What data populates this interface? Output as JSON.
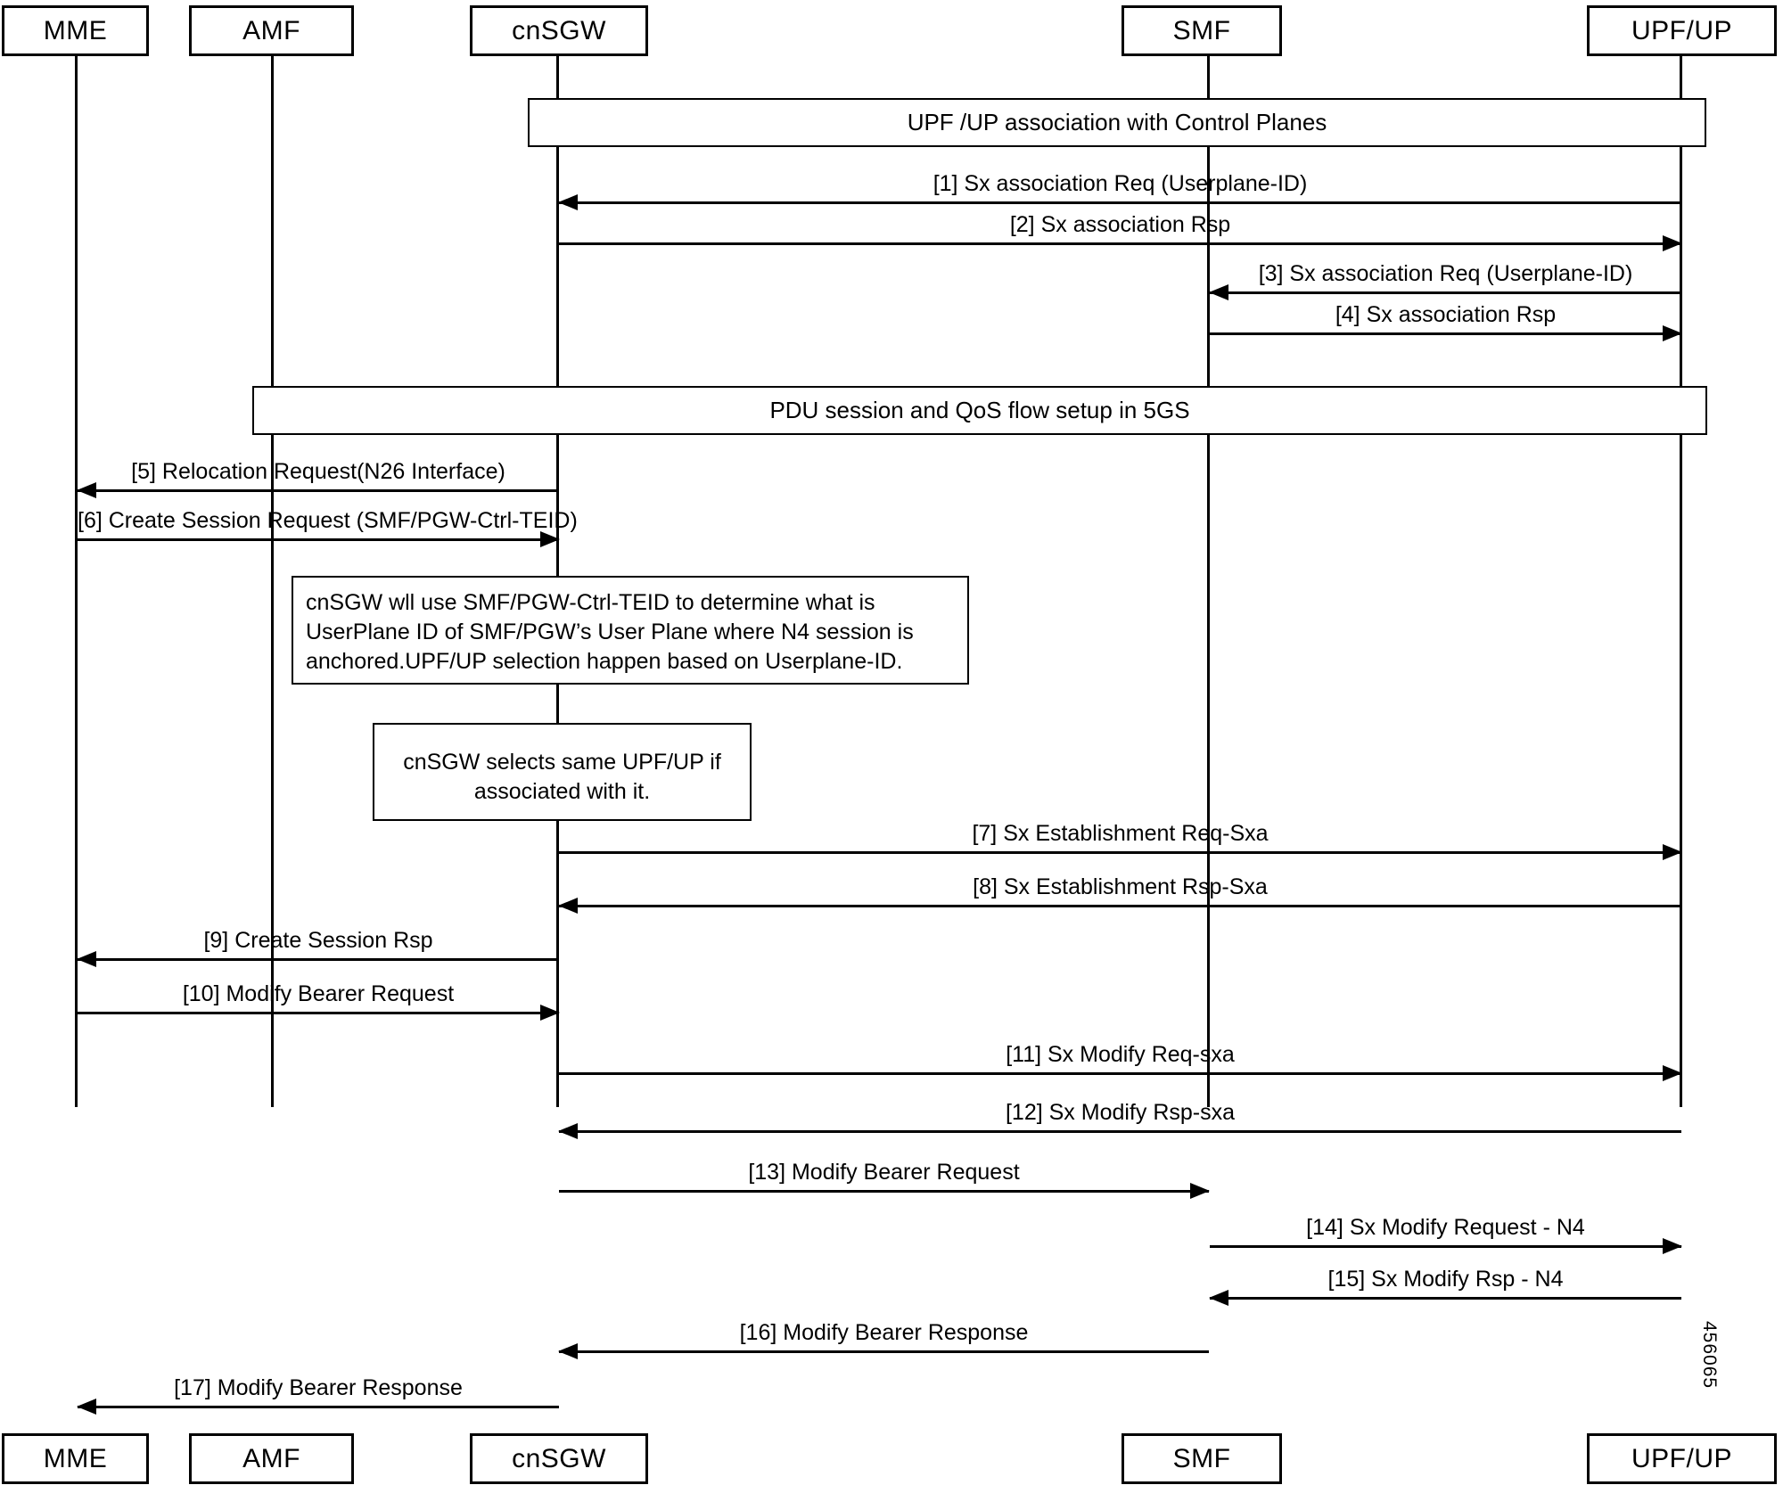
{
  "diagram": {
    "type": "sequence-diagram",
    "title": "cnSGW UPF/UP selection and bearer modify call flow",
    "figure_id": "456065",
    "actors": [
      {
        "id": "mme",
        "label": "MME"
      },
      {
        "id": "amf",
        "label": "AMF"
      },
      {
        "id": "cnsgw",
        "label": "cnSGW"
      },
      {
        "id": "smf",
        "label": "SMF"
      },
      {
        "id": "upf",
        "label": "UPF/UP"
      }
    ],
    "phase_bars": [
      {
        "id": "phase-upf-assoc",
        "label": "UPF /UP association with Control Planes"
      },
      {
        "id": "phase-pdu-setup",
        "label": "PDU session and QoS flow setup  in 5GS"
      }
    ],
    "notes": [
      {
        "id": "note-teid-lookup",
        "lines": [
          "cnSGW wll use SMF/PGW-Ctrl-TEID to determine what is",
          "UserPlane ID of SMF/PGW’s User Plane where N4 session is",
          "anchored.UPF/UP selection happen based on Userplane-ID."
        ]
      },
      {
        "id": "note-same-upf",
        "lines": [
          "cnSGW selects same UPF/UP if",
          "associated with it."
        ]
      }
    ],
    "messages": [
      {
        "num": "[1]",
        "label": "[1] Sx association Req (Userplane-ID)",
        "from": "upf",
        "to": "cnsgw",
        "direction": "left"
      },
      {
        "num": "[2]",
        "label": "[2] Sx association Rsp",
        "from": "cnsgw",
        "to": "upf",
        "direction": "right"
      },
      {
        "num": "[3]",
        "label": "[3] Sx association Req (Userplane-ID)",
        "from": "upf",
        "to": "smf",
        "direction": "left"
      },
      {
        "num": "[4]",
        "label": "[4] Sx association Rsp",
        "from": "smf",
        "to": "upf",
        "direction": "right"
      },
      {
        "num": "[5]",
        "label": "[5] Relocation Request(N26 Interface)",
        "from": "cnsgw",
        "to": "mme",
        "direction": "left"
      },
      {
        "num": "[6]",
        "label": "[6] Create Session Request (SMF/PGW-Ctrl-TEID)",
        "from": "mme",
        "to": "cnsgw",
        "direction": "right"
      },
      {
        "num": "[7]",
        "label": "[7] Sx Establishment Req-Sxa",
        "from": "cnsgw",
        "to": "upf",
        "direction": "right"
      },
      {
        "num": "[8]",
        "label": "[8] Sx Establishment Rsp-Sxa",
        "from": "upf",
        "to": "cnsgw",
        "direction": "left"
      },
      {
        "num": "[9]",
        "label": "[9] Create Session Rsp",
        "from": "cnsgw",
        "to": "mme",
        "direction": "left"
      },
      {
        "num": "[10]",
        "label": "[10] Modify Bearer Request",
        "from": "mme",
        "to": "cnsgw",
        "direction": "right"
      },
      {
        "num": "[11]",
        "label": "[11] Sx Modify Req-sxa",
        "from": "cnsgw",
        "to": "upf",
        "direction": "right"
      },
      {
        "num": "[12]",
        "label": "[12] Sx Modify Rsp-sxa",
        "from": "upf",
        "to": "cnsgw",
        "direction": "left"
      },
      {
        "num": "[13]",
        "label": "[13] Modify Bearer Request",
        "from": "cnsgw",
        "to": "smf",
        "direction": "right"
      },
      {
        "num": "[14]",
        "label": "[14] Sx Modify Request - N4",
        "from": "smf",
        "to": "upf",
        "direction": "right"
      },
      {
        "num": "[15]",
        "label": "[15] Sx Modify Rsp - N4",
        "from": "upf",
        "to": "smf",
        "direction": "left"
      },
      {
        "num": "[16]",
        "label": "[16] Modify Bearer Response",
        "from": "smf",
        "to": "cnsgw",
        "direction": "left"
      },
      {
        "num": "[17]",
        "label": "[17] Modify Bearer Response",
        "from": "cnsgw",
        "to": "mme",
        "direction": "left"
      }
    ]
  }
}
